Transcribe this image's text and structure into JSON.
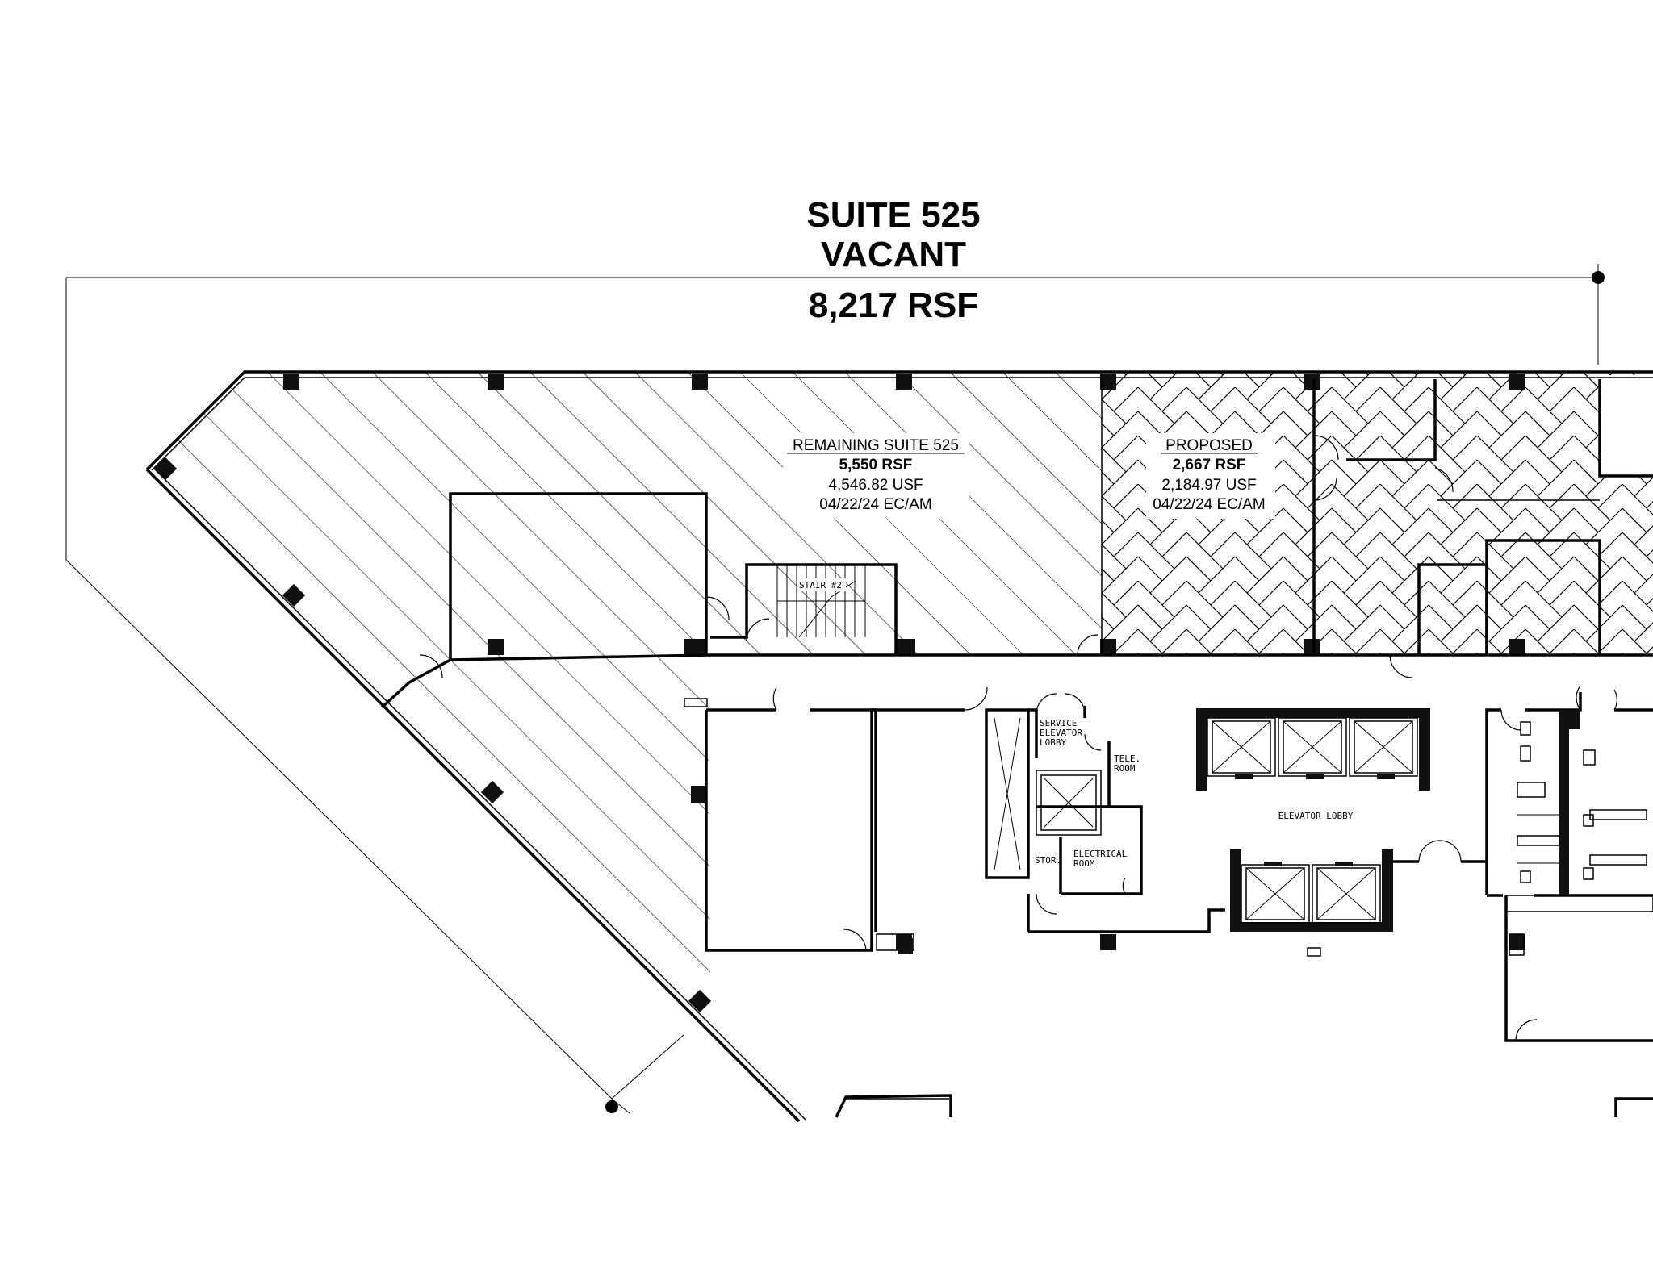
{
  "title": {
    "suite": "SUITE 525",
    "status": "VACANT",
    "area": "8,217 RSF"
  },
  "remaining": {
    "name": "REMAINING SUITE 525",
    "rsf": "5,550 RSF",
    "usf": "4,546.82 USF",
    "date": "04/22/24 EC/AM"
  },
  "proposed": {
    "name": "PROPOSED",
    "rsf": "2,667 RSF",
    "usf": "2,184.97 USF",
    "date": "04/22/24 EC/AM"
  },
  "rooms": {
    "stair": "STAIR #2",
    "service_1": "SERVICE",
    "service_2": "ELEVATOR",
    "service_3": "LOBBY",
    "tele_1": "TELE.",
    "tele_2": "ROOM",
    "stor": "STOR.",
    "elec_1": "ELECTRICAL",
    "elec_2": "ROOM",
    "elevator_lobby": "ELEVATOR LOBBY"
  }
}
